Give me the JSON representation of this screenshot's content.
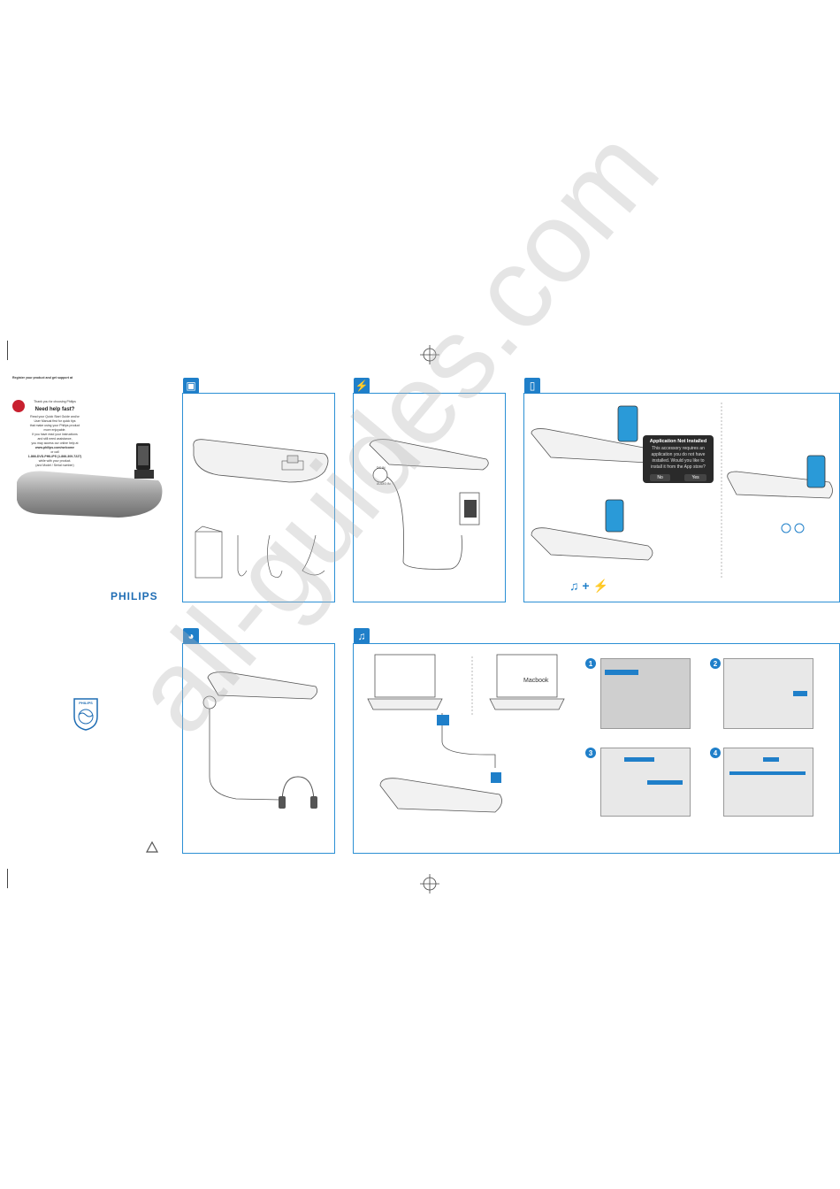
{
  "left_column": {
    "register_text": "Register your product and get support at",
    "help_title": "Need help fast?",
    "help_text": "Thank you for choosing Philips",
    "help_body": [
      "Read your Quick Start Guide and/or",
      "User Manual first for quick tips",
      "that make using your Philips product",
      "more enjoyable.",
      "If you have read your instructions",
      "and still need assistance,",
      "you may access our online help at",
      "www.philips.com/welcome",
      "or call",
      "1-866-DVD-PHILIPS (1-866-309-7227)",
      "while with your product.",
      "(and Model / Serial number)"
    ],
    "brand": "PHILIPS",
    "shield_label": "PHILIPS"
  },
  "panels": {
    "box_contents": {
      "icon": "box-icon"
    },
    "power": {
      "icon": "plug-icon",
      "port_labels": [
        "DC IN",
        "AUDIO IN"
      ]
    },
    "iphone": {
      "icon": "iphone-icon",
      "dialog": {
        "title": "Application Not Installed",
        "message": "This accessory requires an application you do not have installed. Would you like to install it from the App store?",
        "no": "No",
        "yes": "Yes"
      }
    },
    "headphones": {
      "icon": "headphones-icon"
    },
    "music": {
      "icon": "music-note-icon",
      "laptop_label": "Macbook",
      "steps": [
        "1",
        "2",
        "3",
        "4"
      ]
    }
  },
  "colors": {
    "accent": "#1f7fc9",
    "border": "#2b8fd4"
  },
  "watermark": "all-guides.com"
}
